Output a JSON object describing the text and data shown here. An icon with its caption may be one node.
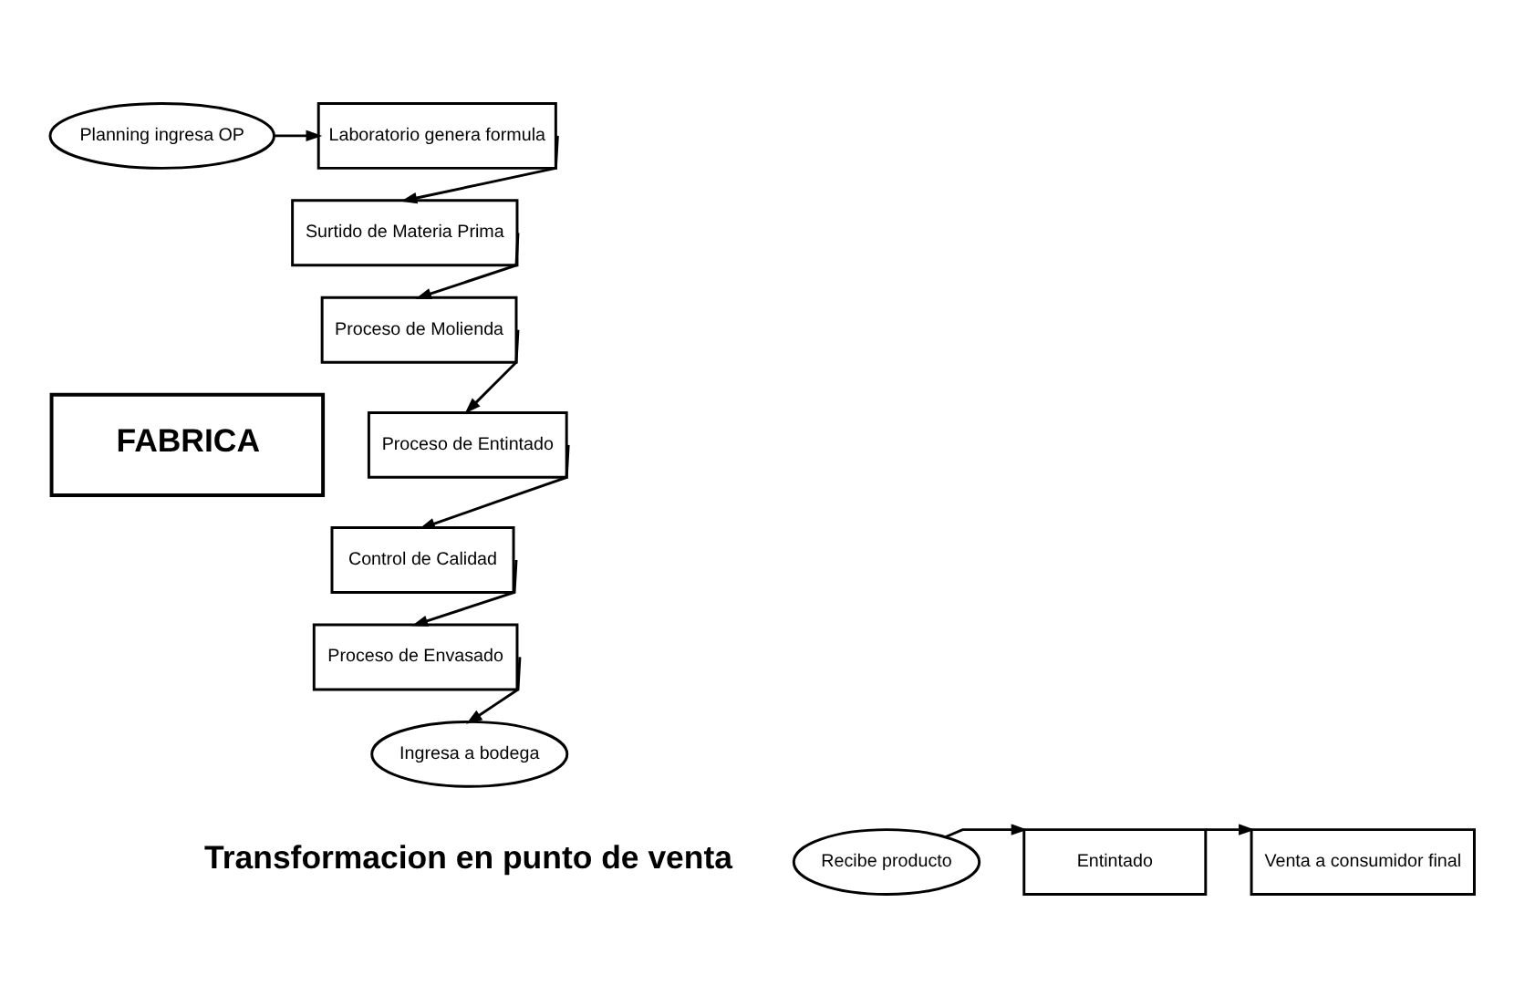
{
  "diagram": {
    "nodes": [
      {
        "text": [
          "Planning ingresa OP"
        ]
      },
      {
        "text": [
          "Laboratorio genera formula"
        ]
      },
      {
        "text": [
          "Surtido de Materia Prima"
        ]
      },
      {
        "text": [
          "Proceso de Molienda"
        ]
      },
      {
        "text": [
          "Proceso de Entintado"
        ]
      },
      {
        "text": [
          "Control de Calidad"
        ]
      },
      {
        "text": [
          "Proceso de Envasado"
        ]
      },
      {
        "text": [
          "Ingresa a bodega"
        ]
      },
      {
        "text": [
          "FABRICA"
        ]
      },
      {
        "text": [
          "Transformacion en punto de venta"
        ]
      },
      {
        "text": [
          "Recibe producto"
        ]
      },
      {
        "text": [
          "Entintado"
        ]
      },
      {
        "text": [
          "Venta a consumidor final"
        ]
      }
    ],
    "edges": [
      {
        "from": 0,
        "to": 1,
        "arrow": "to"
      },
      {
        "from": 1,
        "to": 2,
        "arrow": "to"
      },
      {
        "from": 2,
        "to": 3,
        "arrow": "to"
      },
      {
        "from": 3,
        "to": 4,
        "arrow": "to"
      },
      {
        "from": 4,
        "to": 5,
        "arrow": "to"
      },
      {
        "from": 5,
        "to": 6,
        "arrow": "to"
      },
      {
        "from": 6,
        "to": 7,
        "arrow": "to"
      },
      {
        "from": 10,
        "to": 11,
        "arrow": "to"
      },
      {
        "from": 11,
        "to": 12,
        "arrow": "to"
      }
    ]
  }
}
